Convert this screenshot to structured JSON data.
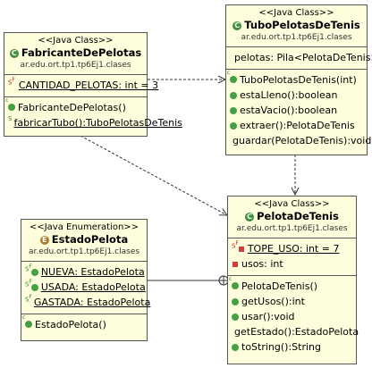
{
  "classes": {
    "fabricante": {
      "stereotype": "<<Java Class>>",
      "name": "FabricanteDePelotas",
      "package": "ar.edu.ort.tp1.tp6Ej1.clases",
      "fields": [
        {
          "text": "CANTIDAD_PELOTAS: int = 3",
          "static": true,
          "final": true
        }
      ],
      "methods": [
        {
          "text": "FabricanteDePelotas()",
          "constructor": true
        },
        {
          "text": "fabricarTubo():TuboPelotasDeTenis",
          "static": true
        }
      ]
    },
    "tubo": {
      "stereotype": "<<Java Class>>",
      "name": "TuboPelotasDeTenis",
      "package": "ar.edu.ort.tp1.tp6Ej1.clases",
      "fields": [
        {
          "text": "pelotas: Pila<PelotaDeTenis>"
        }
      ],
      "methods": [
        {
          "text": "TuboPelotasDeTenis(int)",
          "constructor": true
        },
        {
          "text": "estaLleno():boolean"
        },
        {
          "text": "estaVacio():boolean"
        },
        {
          "text": "extraer():PelotaDeTenis"
        },
        {
          "text": "guardar(PelotaDeTenis):void"
        }
      ]
    },
    "estado": {
      "stereotype": "<<Java Enumeration>>",
      "name": "EstadoPelota",
      "package": "ar.edu.ort.tp1.tp6Ej1.clases",
      "fields": [
        {
          "text": "NUEVA: EstadoPelota"
        },
        {
          "text": "USADA: EstadoPelota"
        },
        {
          "text": "GASTADA: EstadoPelota"
        }
      ],
      "methods": [
        {
          "text": "EstadoPelota()",
          "constructor": true
        }
      ]
    },
    "pelota": {
      "stereotype": "<<Java Class>>",
      "name": "PelotaDeTenis",
      "package": "ar.edu.ort.tp1.tp6Ej1.clases",
      "fields": [
        {
          "text": "TOPE_USO: int = 7",
          "static": true,
          "final": true
        },
        {
          "text": "usos: int"
        }
      ],
      "methods": [
        {
          "text": "PelotaDeTenis()",
          "constructor": true
        },
        {
          "text": "getUsos():int"
        },
        {
          "text": "usar():void"
        },
        {
          "text": "getEstado():EstadoPelota"
        },
        {
          "text": "toString():String"
        }
      ]
    }
  },
  "colors": {
    "box_fill": "#fefedd",
    "border": "#555555",
    "public_icon": "#45a043",
    "private_icon": "#d23b3b",
    "class_icon": "#3f8f3f",
    "enum_icon": "#b07a2e"
  }
}
